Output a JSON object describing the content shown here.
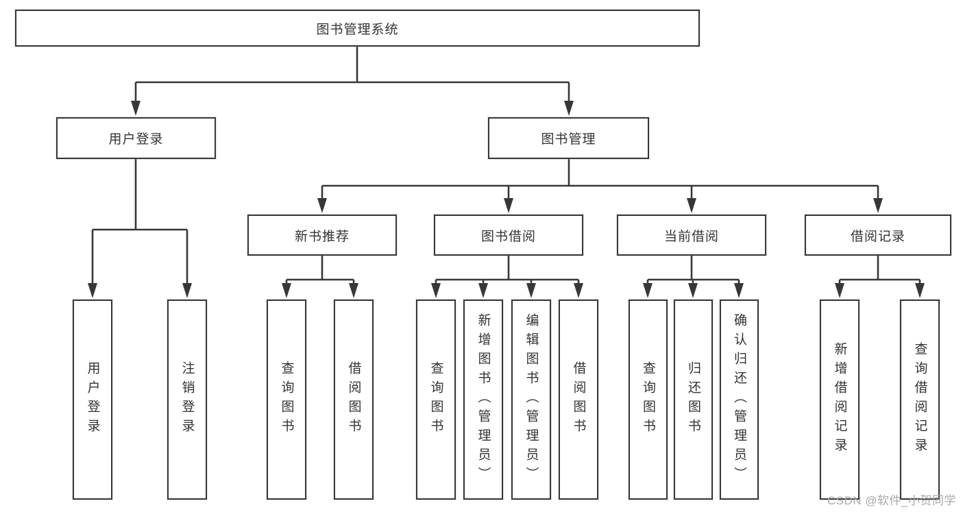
{
  "diagram": {
    "title": "图书管理系统",
    "root": {
      "label": "图书管理系统"
    },
    "level2": [
      {
        "id": "user-login",
        "label": "用户登录"
      },
      {
        "id": "book-management",
        "label": "图书管理"
      }
    ],
    "user_login_children": [
      "用户登录",
      "注销登录"
    ],
    "level3": [
      {
        "id": "new-books",
        "label": "新书推荐",
        "children": [
          "查询图书",
          "借阅图书"
        ]
      },
      {
        "id": "book-borrow",
        "label": "图书借阅",
        "children": [
          "查询图书",
          "新增图书（管理员）",
          "编辑图书（管理员）",
          "借阅图书"
        ]
      },
      {
        "id": "current-borrow",
        "label": "当前借阅",
        "children": [
          "查询图书",
          "归还图书",
          "确认归还（管理员）"
        ]
      },
      {
        "id": "borrow-records",
        "label": "借阅记录",
        "children": [
          "新增借阅记录",
          "查询借阅记录"
        ]
      }
    ]
  },
  "watermark": "CSDN @软件_小贺同学",
  "colors": {
    "line": "#373737",
    "box_border": "#373737",
    "box_fill": "#ffffff",
    "text": "#333333",
    "watermark": "#a9a9ae",
    "background": "#ffffff"
  }
}
